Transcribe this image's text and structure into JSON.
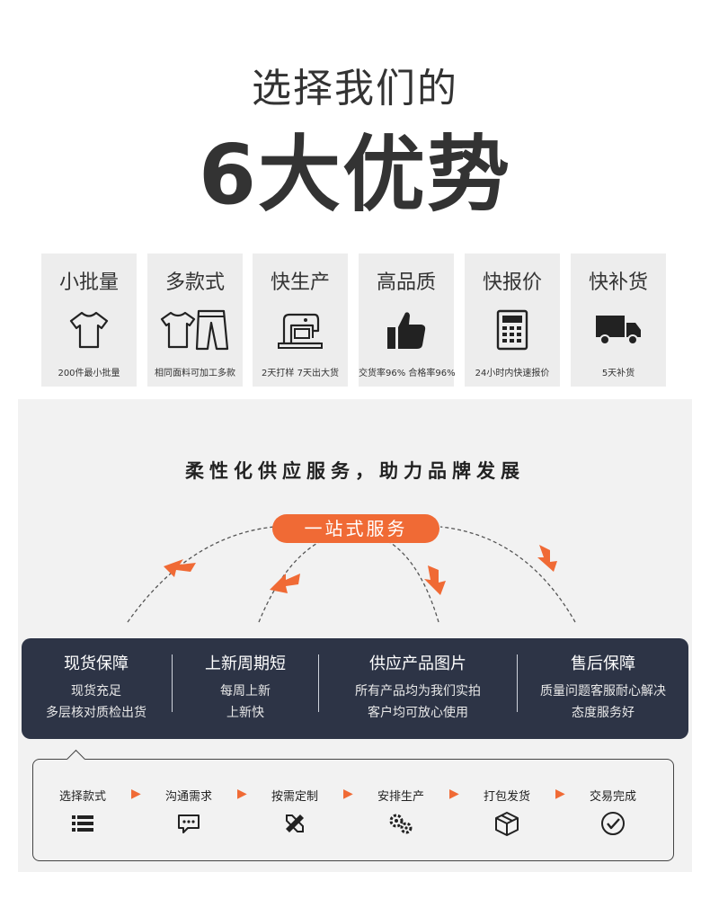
{
  "hero": {
    "subtitle": "选择我们的",
    "title": "6大优势"
  },
  "advantages": [
    {
      "title": "小批量",
      "icon": "tshirt-icon",
      "desc": "200件最小批量"
    },
    {
      "title": "多款式",
      "icon": "tshirt-pants-icon",
      "desc": "相同面料可加工多款"
    },
    {
      "title": "快生产",
      "icon": "sewing-machine-icon",
      "desc": "2天打样 7天出大货"
    },
    {
      "title": "高品质",
      "icon": "thumbs-up-icon",
      "desc": "交货率96% 合格率96%"
    },
    {
      "title": "快报价",
      "icon": "calculator-icon",
      "desc": "24小时内快速报价"
    },
    {
      "title": "快补货",
      "icon": "truck-icon",
      "desc": "5天补货"
    }
  ],
  "service": {
    "title": "柔性化供应服务，助力品牌发展",
    "pill": "一站式服务",
    "accent_color": "#f06a35",
    "dark_color": "#2d3446",
    "columns": [
      {
        "heading": "现货保障",
        "line1": "现货充足",
        "line2": "多层核对质检出货"
      },
      {
        "heading": "上新周期短",
        "line1": "每周上新",
        "line2": "上新快"
      },
      {
        "heading": "供应产品图片",
        "line1": "所有产品均为我们实拍",
        "line2": "客户均可放心使用"
      },
      {
        "heading": "售后保障",
        "line1": "质量问题客服耐心解决",
        "line2": "态度服务好"
      }
    ]
  },
  "flow": {
    "steps": [
      {
        "label": "选择款式",
        "icon": "list-icon"
      },
      {
        "label": "沟通需求",
        "icon": "chat-icon"
      },
      {
        "label": "按需定制",
        "icon": "ruler-pencil-icon"
      },
      {
        "label": "安排生产",
        "icon": "gears-icon"
      },
      {
        "label": "打包发货",
        "icon": "box-icon"
      },
      {
        "label": "交易完成",
        "icon": "check-circle-icon"
      }
    ],
    "arrow": "▶"
  }
}
